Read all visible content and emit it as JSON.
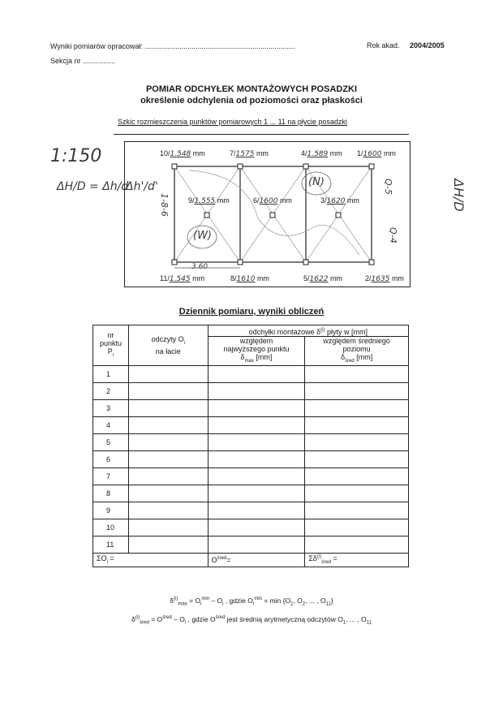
{
  "header": {
    "prepared_by_label": "Wyniki pomiarów opracował:",
    "prepared_by_dots": "..........................................................................",
    "section_label": "Sekcja nr",
    "section_dots": "................",
    "year_label": "Rok akad.",
    "year_value": "2004/2005"
  },
  "titles": {
    "main": "POMIAR ODCHYŁEK MONTAŻOWYCH POSADZKI",
    "sub": "określenie odchylenia od poziomości oraz płaskości",
    "sketch_caption": "Szkic rozmieszczenia punktów pomiarowych 1 ... 11 na płycie posadzki"
  },
  "handwriting": {
    "scale": "1:150",
    "formula_left": "ΔH/D = Δh/d",
    "formula_right": "Δh'/d'",
    "left_vertical": "1-8-6",
    "room_w": "(W)",
    "room_n": "(N)",
    "dim_bottom": "3.60",
    "right_notes_1": "Q-5",
    "right_notes_2": "Q-4",
    "far_right": "ΔH/D"
  },
  "points": {
    "p10": {
      "no": "10/",
      "value": "1.548",
      "unit": "mm"
    },
    "p7": {
      "no": "7/",
      "value": "1575",
      "unit": "mm"
    },
    "p4": {
      "no": "4/",
      "value": "1.589",
      "unit": "mm"
    },
    "p1": {
      "no": "1/",
      "value": "1600",
      "unit": "mm"
    },
    "p9": {
      "no": "9/",
      "value": "1.555",
      "unit": "mm"
    },
    "p6": {
      "no": "6/",
      "value": "1600",
      "unit": "mm"
    },
    "p3": {
      "no": "3/",
      "value": "1620",
      "unit": "mm"
    },
    "p11": {
      "no": "11/",
      "value": "1.545",
      "unit": "mm"
    },
    "p8": {
      "no": "8/",
      "value": "1610",
      "unit": "mm"
    },
    "p5": {
      "no": "5/",
      "value": "1622",
      "unit": "mm"
    },
    "p2": {
      "no": "2/",
      "value": "1635",
      "unit": "mm"
    }
  },
  "log": {
    "heading": "Dziennik pomiaru, wyniki obliczeń",
    "col_point": [
      "nr",
      "punktu",
      "P"
    ],
    "col_point_sub": "i",
    "col_reading": [
      "odczyty O",
      "na łacie"
    ],
    "col_reading_sub": "i",
    "col_dev_group": "odchyłki montażowe δ",
    "col_dev_group_sup": "(i)",
    "col_dev_group_tail": "płyty w [mm]",
    "col_max": [
      "względem",
      "najwyższego punktu"
    ],
    "col_max_sym": "δ",
    "col_max_sub": "max",
    "col_max_unit": "[mm]",
    "col_avg": [
      "względem średniego",
      "poziomu"
    ],
    "col_avg_sym": "δ",
    "col_avg_sub": "śred",
    "col_avg_unit": "[mm]",
    "rows": [
      "1",
      "2",
      "3",
      "4",
      "5",
      "6",
      "7",
      "8",
      "9",
      "10",
      "11"
    ],
    "sum_readings": "ΣO",
    "sum_readings_sub": "i",
    "sum_eq": "=",
    "sum_avg": "O",
    "sum_avg_sup": "śred",
    "sum_dev": "Σδ",
    "sum_dev_sup": "(i)",
    "sum_dev_sub": "śred"
  },
  "formulas": {
    "f1_a": "δ",
    "f1_a_sup": "(i)",
    "f1_a_sub": "max",
    "f1_b": "= O",
    "f1_b_sub": "i",
    "f1_b_sup": "min",
    "f1_c": "– O",
    "f1_c_sub": "i",
    "f1_d": ", gdzie O",
    "f1_d_sub": "i",
    "f1_d_sup": "min",
    "f1_e": "= min {O",
    "f1_e_1": "1",
    "f1_e_2": ", O",
    "f1_e_2s": "2",
    "f1_e_3": ", ... , O",
    "f1_e_3s": "11",
    "f1_e_4": "}",
    "f2_a": "δ",
    "f2_a_sup": "(i)",
    "f2_a_sub": "śred",
    "f2_b": "= O",
    "f2_b_sup": "śred",
    "f2_c": "– O",
    "f2_c_sub": "i",
    "f2_d": ", gdzie O",
    "f2_d_sup": "śred",
    "f2_e": "jest średnią arytmetyczną odczytów O",
    "f2_e_1": "1",
    "f2_e_2": ", ... , O",
    "f2_e_3": "11"
  }
}
